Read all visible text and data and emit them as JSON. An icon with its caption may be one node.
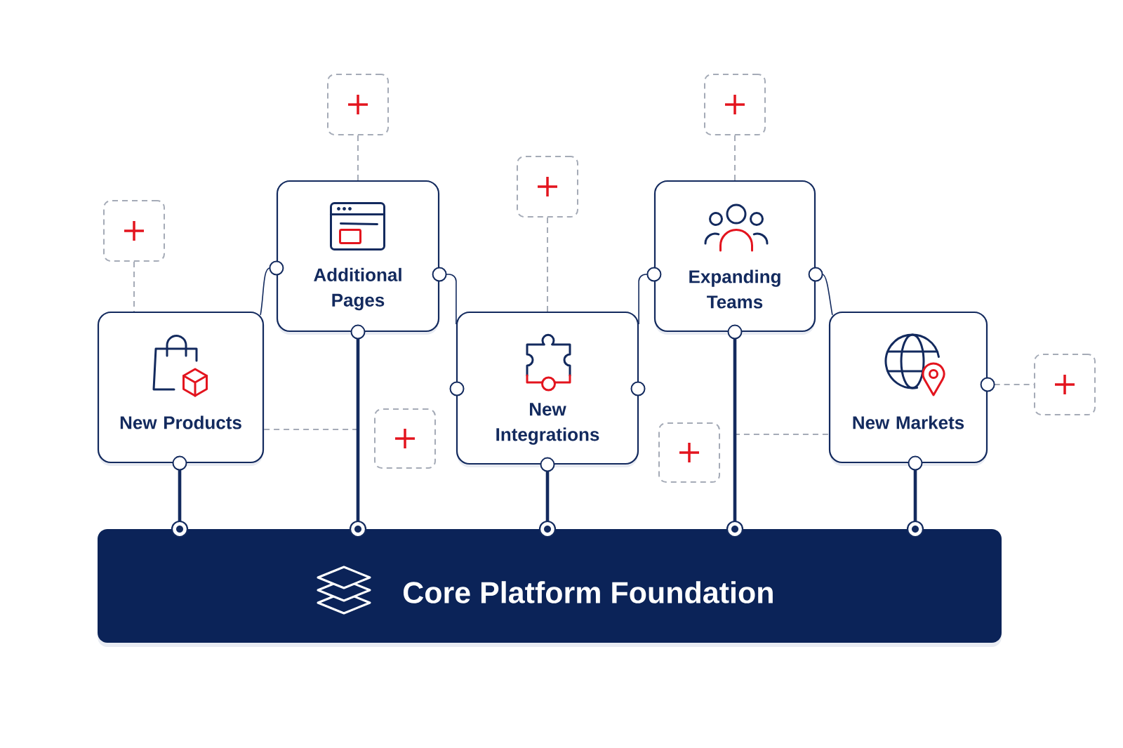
{
  "diagram": {
    "nodes": [
      {
        "text": [],
        "shape": "box"
      },
      {
        "text": [],
        "shape": "box"
      },
      {
        "text": [],
        "shape": "box"
      },
      {
        "text": [
          "Additional Pages"
        ]
      },
      {
        "text": [
          "Expanding Teams"
        ]
      },
      {
        "text": [],
        "shape": "box"
      },
      {
        "text": [
          "New Products"
        ]
      },
      {
        "text": [
          "New Integrations"
        ]
      },
      {
        "text": [
          "New Markets"
        ]
      },
      {
        "text": [],
        "shape": "box"
      },
      {
        "text": [],
        "shape": "box"
      },
      {
        "text": [],
        "shape": "box"
      },
      {
        "text": [
          "Core Platform Foundation"
        ]
      }
    ],
    "edges": [
      {
        "from": 0,
        "to": 3,
        "arrow": "none",
        "style": "dashed",
        "color": "#a5abb7"
      },
      {
        "from": 1,
        "to": 4,
        "arrow": "none",
        "style": "dashed",
        "color": "#a5abb7"
      },
      {
        "from": 2,
        "to": 7,
        "arrow": "none",
        "style": "dashed",
        "color": "#a5abb7"
      },
      {
        "from": 5,
        "to": 6,
        "arrow": "none",
        "style": "dashed",
        "color": "#a5abb7"
      },
      {
        "from": 6,
        "to": 3,
        "arrow": "other"
      },
      {
        "from": 3,
        "to": 7,
        "arrow": "other"
      },
      {
        "from": 7,
        "to": 4,
        "arrow": "other"
      },
      {
        "from": 4,
        "to": 8,
        "arrow": "other"
      },
      {
        "from": 8,
        "to": 9,
        "arrow": "other",
        "style": "dashed",
        "color": "#a5abb7"
      },
      {
        "from": 6,
        "to": null,
        "arrow": "none",
        "style": "dashed",
        "color": "#a5abb7"
      },
      {
        "from": null,
        "to": 8,
        "arrow": "none",
        "style": "dashed",
        "color": "#a5abb7"
      },
      {
        "from": 6,
        "to": 12,
        "arrow": "other",
        "style": "thick"
      },
      {
        "from": 3,
        "to": 12,
        "arrow": "other",
        "style": "thick"
      },
      {
        "from": 7,
        "to": 12,
        "arrow": "other",
        "style": "thick"
      },
      {
        "from": 4,
        "to": 12,
        "arrow": "other",
        "style": "thick"
      },
      {
        "from": 8,
        "to": 12,
        "arrow": "other",
        "style": "thick"
      }
    ]
  }
}
